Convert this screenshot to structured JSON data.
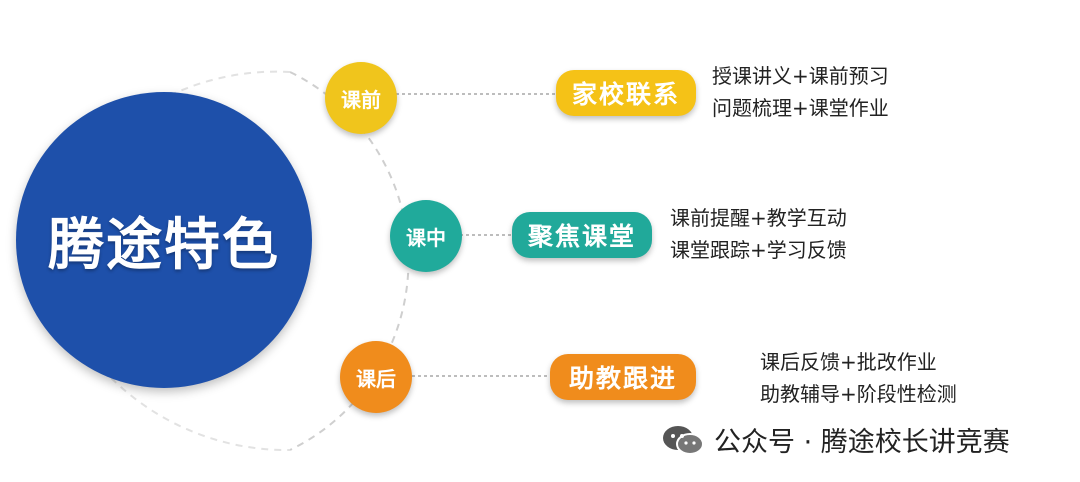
{
  "main": {
    "title": "腾途特色"
  },
  "stages": [
    {
      "node_label": "课前",
      "color": "#f0c51c",
      "pill_label": "家校联系",
      "pill_color": "#f5c217",
      "desc": [
        "授课讲义+课前预习",
        "问题梳理+课堂作业"
      ]
    },
    {
      "node_label": "课中",
      "color": "#20aa9b",
      "pill_label": "聚焦课堂",
      "pill_color": "#21a99a",
      "desc": [
        "课前提醒+教学互动",
        "课堂跟踪+学习反馈"
      ]
    },
    {
      "node_label": "课后",
      "color": "#f08c1c",
      "pill_label": "助教跟进",
      "pill_color": "#f08c1c",
      "desc": [
        "课后反馈+批改作业",
        "助教辅导+阶段性检测"
      ]
    }
  ],
  "watermark": {
    "icon": "wechat-icon",
    "text": "公众号 · 腾途校长讲竞赛"
  }
}
